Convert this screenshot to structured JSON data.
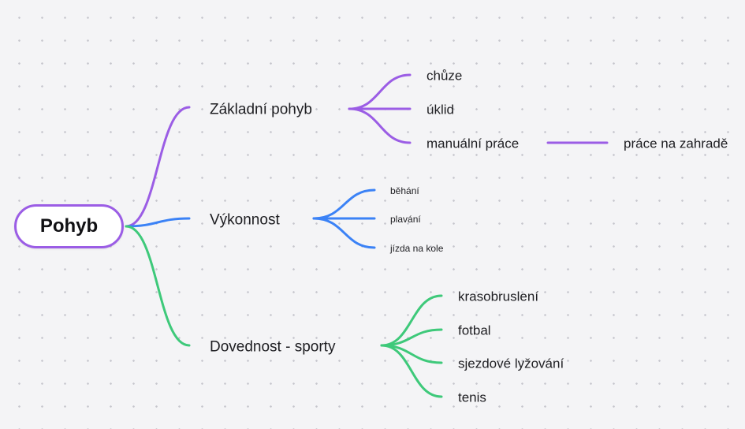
{
  "mindmap": {
    "root": {
      "label": "Pohyb",
      "color": "#9b5de5"
    },
    "branches": [
      {
        "label": "Základní pohyb",
        "color": "#9b5de5",
        "children": [
          {
            "label": "chůze"
          },
          {
            "label": "úklid"
          },
          {
            "label": "manuální práce",
            "children": [
              {
                "label": "práce na zahradě"
              }
            ]
          }
        ]
      },
      {
        "label": "Výkonnost",
        "color": "#3b82f6",
        "children": [
          {
            "label": "běhání"
          },
          {
            "label": "plavání"
          },
          {
            "label": "jízda na kole"
          }
        ]
      },
      {
        "label": "Dovednost - sporty",
        "color": "#3ec97a",
        "children": [
          {
            "label": "krasobruslení"
          },
          {
            "label": "fotbal"
          },
          {
            "label": "sjezdové lyžování"
          },
          {
            "label": "tenis"
          }
        ]
      }
    ]
  }
}
